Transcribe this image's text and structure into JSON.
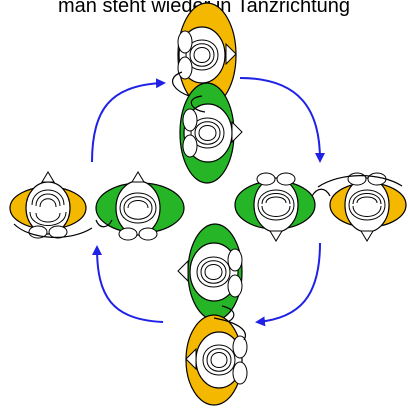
{
  "caption": "man steht wieder in Tanzrichtung",
  "colors": {
    "partner_a": "#f5b800",
    "partner_b": "#26b526",
    "arrow": "#1f22e6",
    "outline": "#000000",
    "head": "#ffffff"
  },
  "icons": {
    "arrow": "curved-arrow",
    "dancer": "dancer-top-view"
  }
}
